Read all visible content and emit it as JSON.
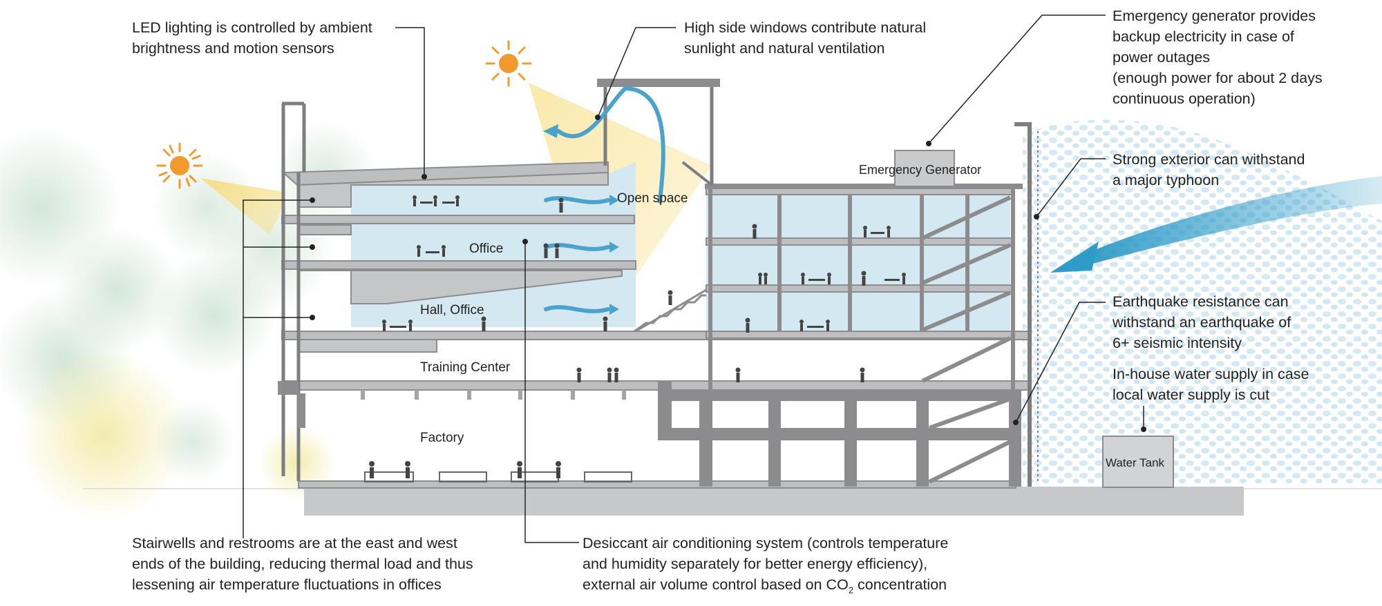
{
  "annotations": {
    "led": [
      "LED lighting is controlled by ambient",
      "brightness and motion sensors"
    ],
    "windows": [
      "High side windows contribute natural",
      "sunlight and natural ventilation"
    ],
    "generator": [
      "Emergency generator provides",
      "backup electricity in case of",
      "power outages",
      "(enough power for about 2 days",
      "continuous operation)"
    ],
    "typhoon": [
      "Strong exterior can withstand",
      "a major typhoon"
    ],
    "earthquake": [
      "Earthquake resistance can",
      "withstand an earthquake of",
      "6+ seismic intensity"
    ],
    "water": [
      "In-house water supply in case",
      "local water supply is cut"
    ],
    "stairwells": [
      "Stairwells and restrooms are at the east and west",
      "ends of the building, reducing thermal load and thus",
      "lessening air temperature fluctuations in offices"
    ],
    "desiccant": {
      "line1": "Desiccant air conditioning system (controls temperature",
      "line2": "and humidity separately for better energy efficiency),",
      "line3_prefix": "external air volume control based on CO",
      "line3_sub": "2",
      "line3_suffix": " concentration"
    }
  },
  "rooms": {
    "open_space": "Open space",
    "office": "Office",
    "hall_office": "Hall, Office",
    "training_center": "Training Center",
    "factory": "Factory",
    "emergency_generator": "Emergency Generator",
    "water_tank": "Water Tank"
  },
  "colors": {
    "text": "#222222",
    "structure": "#8c8c8e",
    "floor_slab": "#bdbec0",
    "interior": "#d3e8f1",
    "sun": "#f29a2e",
    "sunbeam": "#f7dc7a",
    "airflow": "#4aa3cc",
    "wind": "#2f9bc8",
    "ground": "#c7c8ca"
  },
  "icons": [
    "sun-icon",
    "airflow-arrow-icon",
    "wind-arrow-icon",
    "person-icon"
  ]
}
